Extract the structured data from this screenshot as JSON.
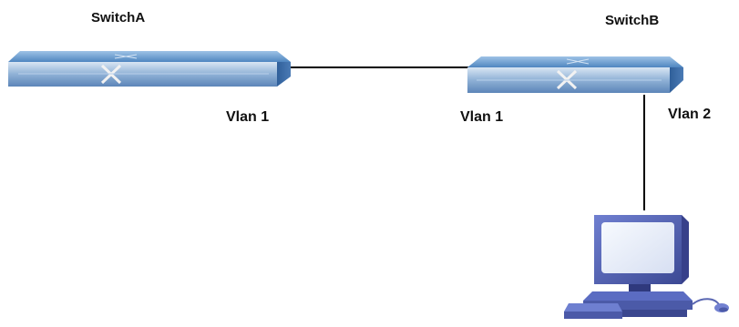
{
  "switches": {
    "a": {
      "name": "SwitchA",
      "port_label": "Vlan 1"
    },
    "b": {
      "name": "SwitchB",
      "port_label_left": "Vlan 1",
      "port_label_right": "Vlan 2"
    }
  },
  "icons": {
    "switch": "network-switch-icon",
    "computer": "desktop-computer-icon"
  },
  "colors": {
    "switch_top": "#5a8dc4",
    "switch_front": "#6f93bf",
    "computer_body": "#4c5aa8",
    "link_line": "#000000"
  }
}
